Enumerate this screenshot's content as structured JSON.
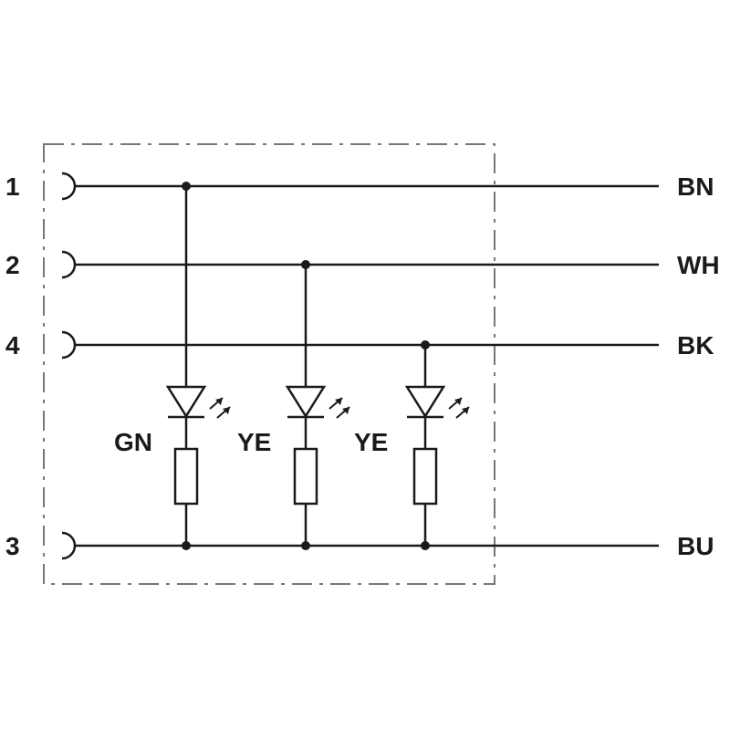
{
  "pins": [
    {
      "number": "1",
      "wire": "BN"
    },
    {
      "number": "2",
      "wire": "WH"
    },
    {
      "number": "4",
      "wire": "BK"
    },
    {
      "number": "3",
      "wire": "BU"
    }
  ],
  "leds": [
    {
      "color": "GN"
    },
    {
      "color": "YE"
    },
    {
      "color": "YE"
    }
  ]
}
